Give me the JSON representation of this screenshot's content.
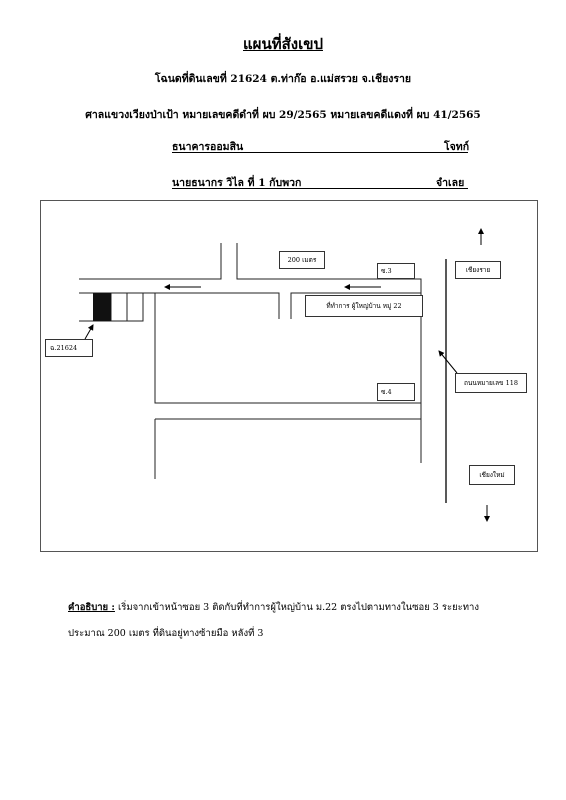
{
  "header": {
    "title": "แผนที่สังเขป",
    "deed_line": "โฉนดที่ดินเลขที่ 21624 ต.ท่าก๊อ อ.แม่สรวย จ.เชียงราย",
    "court_line": "ศาลแขวงเวียงป่าเป้า หมายเลขคดีดำที่ ผบ 29/2565 หมายเลขคดีแดงที่ ผบ 41/2565"
  },
  "parties": {
    "plaintiff_name": "ธนาคารออมสิน",
    "plaintiff_role": "โจทก์",
    "defendant_name": "นายธนากร วิไล ที่ 1 กับพวก",
    "defendant_role": "จำเลย"
  },
  "map": {
    "distance_label": "200 เมตร",
    "soi3_label": "ซ.3",
    "soi4_label": "ซ.4",
    "village_office_label": "ที่ทำการ ผู้ใหญ่บ้าน หมู่ 22",
    "parcel_label": "ฉ.21624",
    "road_label": "ถนนหมายเลข 118",
    "north_city": "เชียงราย",
    "south_city": "เชียงใหม่"
  },
  "description": {
    "heading": "คำอธิบาย :",
    "line1": "เริ่มจากเข้าหน้าซอย 3 ติดกับที่ทำการผู้ใหญ่บ้าน ม.22 ตรงไปตามทางในซอย 3 ระยะทาง",
    "line2": "ประมาณ 200 เมตร ที่ดินอยู่ทางซ้ายมือ หลังที่ 3"
  }
}
